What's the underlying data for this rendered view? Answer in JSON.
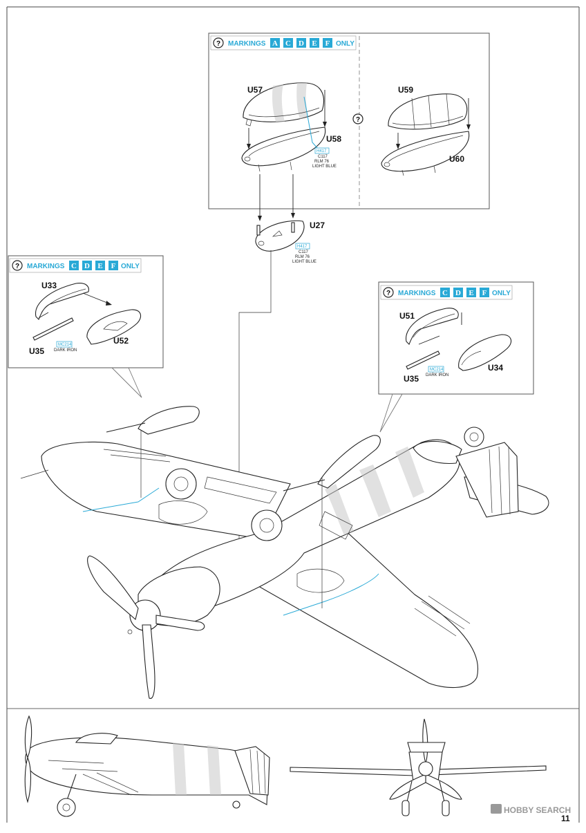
{
  "panels": {
    "canopy": {
      "header": {
        "prefix": "MARKINGS",
        "letters": [
          "A",
          "C",
          "D",
          "E",
          "F"
        ],
        "suffix": "ONLY"
      },
      "parts": {
        "left_top": "U57",
        "left_bottom": "U58",
        "right_top": "U59",
        "right_bottom": "U60"
      },
      "paint": {
        "code1": "H417",
        "code2": "C117",
        "line1": "RLM 76",
        "line2": "LIGHT BLUE"
      }
    },
    "gunpod_left": {
      "header": {
        "prefix": "MARKINGS",
        "letters": [
          "C",
          "D",
          "E",
          "F"
        ],
        "suffix": "ONLY"
      },
      "parts": {
        "fairing": "U33",
        "pod": "U52",
        "barrel": "U35"
      },
      "paint": {
        "code": "MC214",
        "line": "DARK IRON"
      }
    },
    "gunpod_right": {
      "header": {
        "prefix": "MARKINGS",
        "letters": [
          "C",
          "D",
          "E",
          "F"
        ],
        "suffix": "ONLY"
      },
      "parts": {
        "fairing": "U51",
        "pod": "U34",
        "barrel": "U35"
      },
      "paint": {
        "code": "MC214",
        "line": "DARK IRON"
      }
    }
  },
  "base_part": {
    "label": "U27",
    "paint": {
      "code1": "H417",
      "code2": "C117",
      "line1": "RLM 76",
      "line2": "LIGHT BLUE"
    }
  },
  "footer": {
    "watermark": "HOBBY SEARCH",
    "page_number": "11"
  },
  "colors": {
    "accent": "#29a9d6"
  }
}
